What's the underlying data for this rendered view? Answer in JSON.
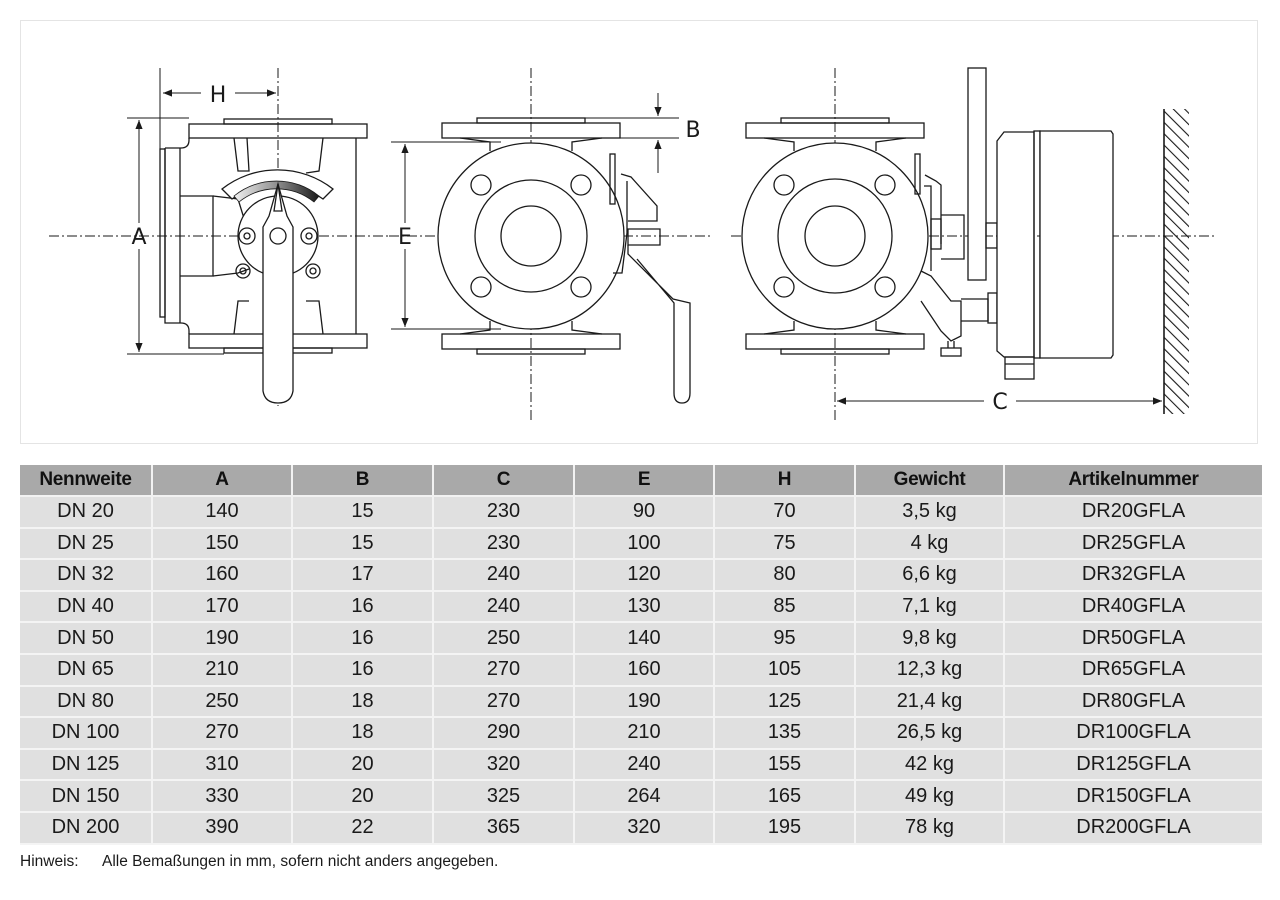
{
  "drawing": {
    "dimension_labels": {
      "H": "H",
      "A": "A",
      "B": "B",
      "E": "E",
      "C": "C"
    },
    "line_color": "#1a1a1a",
    "hatch_color": "#1a1a1a"
  },
  "table": {
    "columns": [
      "Nennweite",
      "A",
      "B",
      "C",
      "E",
      "H",
      "Gewicht",
      "Artikelnummer"
    ],
    "rows": [
      [
        "DN 20",
        "140",
        "15",
        "230",
        "90",
        "70",
        "3,5 kg",
        "DR20GFLA"
      ],
      [
        "DN 25",
        "150",
        "15",
        "230",
        "100",
        "75",
        "4 kg",
        "DR25GFLA"
      ],
      [
        "DN 32",
        "160",
        "17",
        "240",
        "120",
        "80",
        "6,6 kg",
        "DR32GFLA"
      ],
      [
        "DN 40",
        "170",
        "16",
        "240",
        "130",
        "85",
        "7,1 kg",
        "DR40GFLA"
      ],
      [
        "DN 50",
        "190",
        "16",
        "250",
        "140",
        "95",
        "9,8 kg",
        "DR50GFLA"
      ],
      [
        "DN 65",
        "210",
        "16",
        "270",
        "160",
        "105",
        "12,3 kg",
        "DR65GFLA"
      ],
      [
        "DN 80",
        "250",
        "18",
        "270",
        "190",
        "125",
        "21,4 kg",
        "DR80GFLA"
      ],
      [
        "DN 100",
        "270",
        "18",
        "290",
        "210",
        "135",
        "26,5 kg",
        "DR100GFLA"
      ],
      [
        "DN 125",
        "310",
        "20",
        "320",
        "240",
        "155",
        "42 kg",
        "DR125GFLA"
      ],
      [
        "DN 150",
        "330",
        "20",
        "325",
        "264",
        "165",
        "49 kg",
        "DR150GFLA"
      ],
      [
        "DN 200",
        "390",
        "22",
        "365",
        "320",
        "195",
        "78 kg",
        "DR200GFLA"
      ]
    ],
    "header_bg": "#a9a9a9",
    "row_bg": "#e0e0e0"
  },
  "note": {
    "label": "Hinweis:",
    "text": "Alle Bemaßungen in mm, sofern nicht anders angegeben."
  }
}
